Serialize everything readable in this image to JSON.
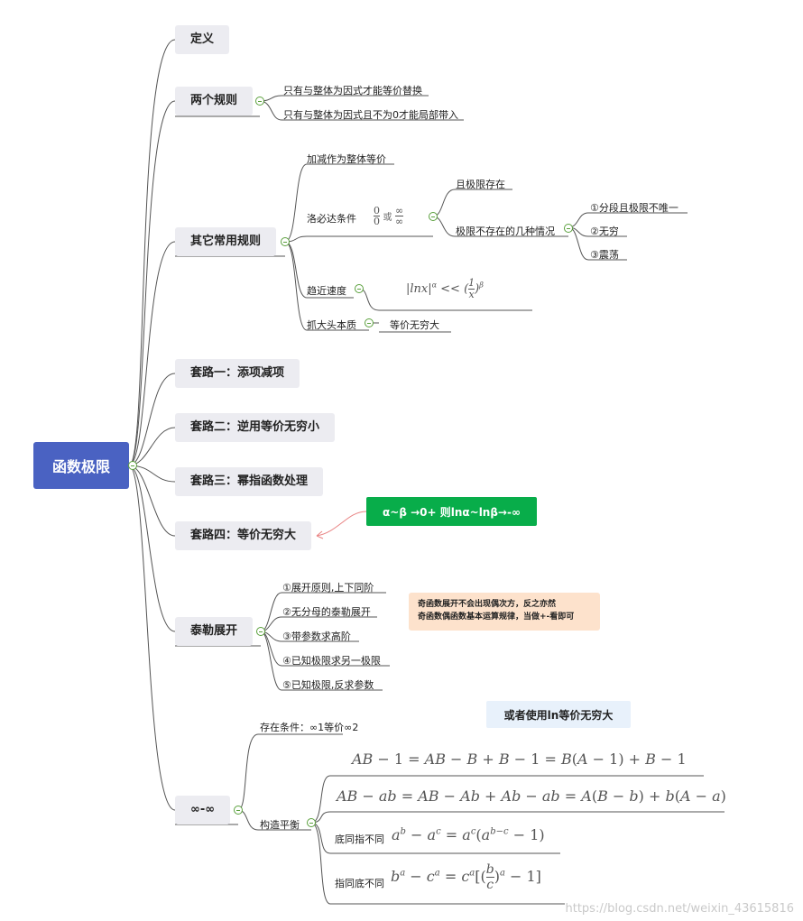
{
  "root": {
    "label": "函数极限"
  },
  "branches": {
    "definition": "定义",
    "two_rules": {
      "label": "两个规则",
      "items": [
        "只有与整体为因式才能等价替换",
        "只有与整体为因式且不为0才能局部带入"
      ]
    },
    "other_rules": {
      "label": "其它常用规则",
      "add_sub": "加减作为整体等价",
      "lhopital": {
        "label": "洛必达条件",
        "formula_or": "或",
        "limit_exists": "且极限存在",
        "limit_not_exist": "极限不存在的几种情况",
        "cases": [
          "①分段且极限不唯一",
          "②无穷",
          "③震荡"
        ]
      },
      "speed": {
        "label": "趋近速度",
        "formula": "|lnx|^α << (1/x)^β"
      },
      "grab": {
        "label": "抓大头本质",
        "child": "等价无穷大"
      }
    },
    "routine1": "套路一：添项减项",
    "routine2": "套路二：逆用等价无穷小",
    "routine3": "套路三：幂指函数处理",
    "routine4": "套路四：等价无穷大",
    "routine4_callout": "α~β →0+ 则lnα~lnβ→-∞",
    "taylor": {
      "label": "泰勒展开",
      "items": [
        "①展开原则,上下同阶",
        "②无分母的泰勒展开",
        "③带参数求高阶",
        "④已知极限求另一极限",
        "⑤已知极限,反求参数"
      ],
      "note_lines": [
        "奇函数展开不会出现偶次方，反之亦然",
        "奇函数偶函数基本运算规律，当做+-看即可"
      ]
    },
    "inf_minus_inf": {
      "label": "∞-∞",
      "exist_condition": "存在条件：∞1等价∞2",
      "hint": "或者使用ln等价无穷大",
      "construct": "构造平衡",
      "eq1": "AB − 1 = AB − B + B − 1 = B(A − 1) + B − 1",
      "eq2": "AB − ab = AB − Ab + Ab − ab = A(B − b) + b(A − a)",
      "base_same": "底同指不同",
      "eq3": "a^b − a^c = a^c(a^(b−c) − 1)",
      "exp_same": "指同底不同",
      "eq4": "b^a − c^a = c^a[(b/c)^a − 1]"
    }
  },
  "watermark": "https://blog.csdn.net/weixin_43615816",
  "colors": {
    "root": "#4a62c2",
    "callout_green": "#08ad4a",
    "note_bg": "#fde2cc",
    "hint_bg": "#e8f1fb",
    "level1_bg": "#ececf1"
  }
}
